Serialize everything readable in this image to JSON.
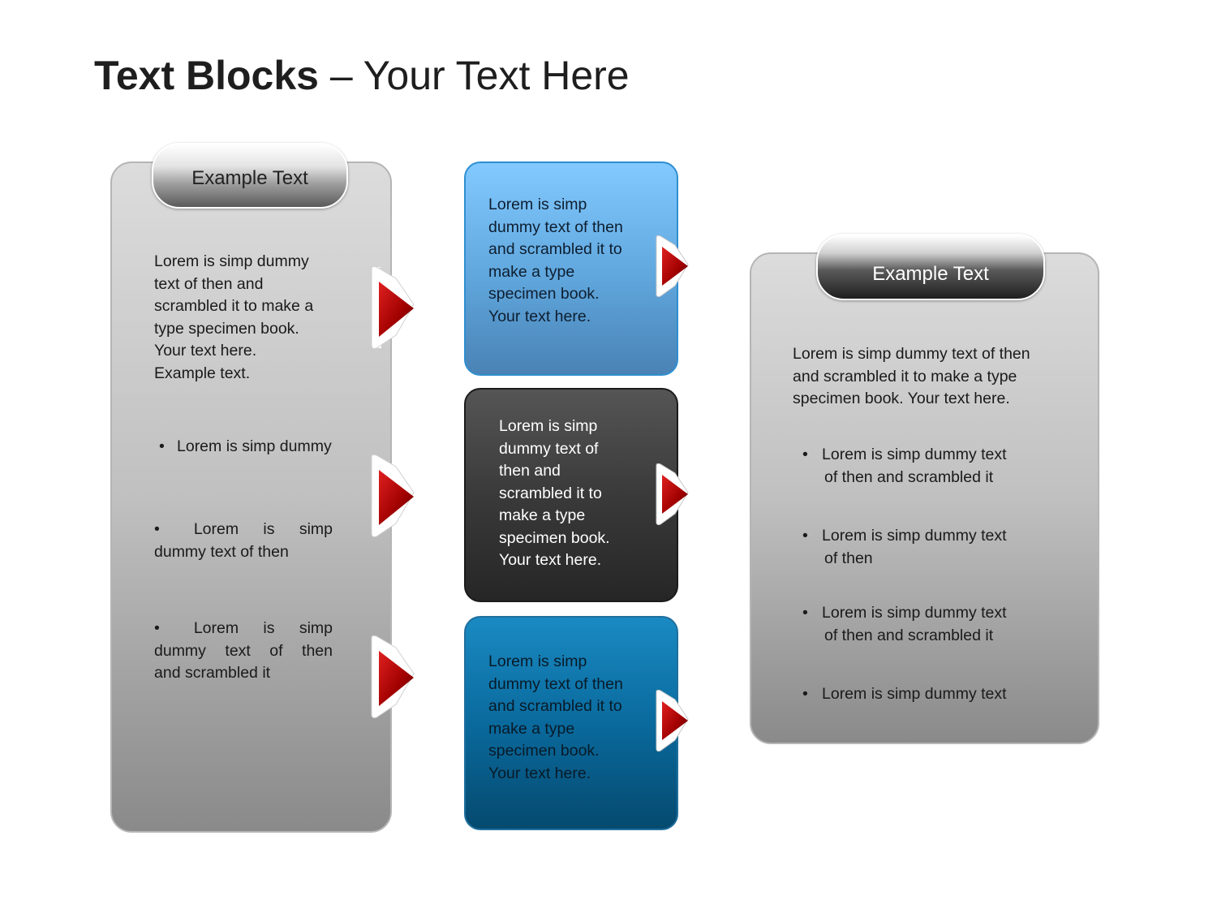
{
  "title": {
    "bold": "Text Blocks",
    "rest": " – Your Text Here"
  },
  "left_panel": {
    "header": "Example Text",
    "body": [
      "Lorem is simp dummy",
      "text of then and",
      "scrambled it to make a",
      "type specimen book.",
      "Your text here.",
      "Example text."
    ],
    "bullet1": "Lorem is simp dummy",
    "bullet2": [
      "Lorem is simp",
      "dummy text of then"
    ],
    "bullet3": [
      "Lorem is simp",
      "dummy text of then",
      "and scrambled it"
    ]
  },
  "middle_boxes": [
    {
      "lines": [
        "Lorem is simp",
        "dummy text of then",
        "and scrambled it to",
        "make a type",
        "specimen book.",
        "Your text here."
      ]
    },
    {
      "lines": [
        "Lorem is simp",
        "dummy text of",
        "then and",
        "scrambled it to",
        "make a type",
        "specimen book.",
        "Your text here."
      ]
    },
    {
      "lines": [
        "Lorem is simp",
        "dummy text of then",
        "and scrambled it to",
        "make a type",
        "specimen book.",
        "Your text here."
      ]
    }
  ],
  "right_panel": {
    "header": "Example Text",
    "body": [
      "Lorem is simp dummy text of then",
      "and scrambled it to make a type",
      "specimen book. Your text here."
    ],
    "bullets": [
      [
        "Lorem is simp dummy text",
        "of then and scrambled it"
      ],
      [
        "Lorem is simp dummy text",
        "of then"
      ],
      [
        "Lorem is simp dummy text",
        "of then and scrambled it"
      ],
      [
        "Lorem is simp dummy text"
      ]
    ]
  },
  "bullet_glyph": "•",
  "colors": {
    "arrow_red": "#b00000",
    "box_light_blue": "#6bb6f0",
    "box_dark": "#3a3a3a",
    "box_dark_blue": "#0a6a9d"
  }
}
